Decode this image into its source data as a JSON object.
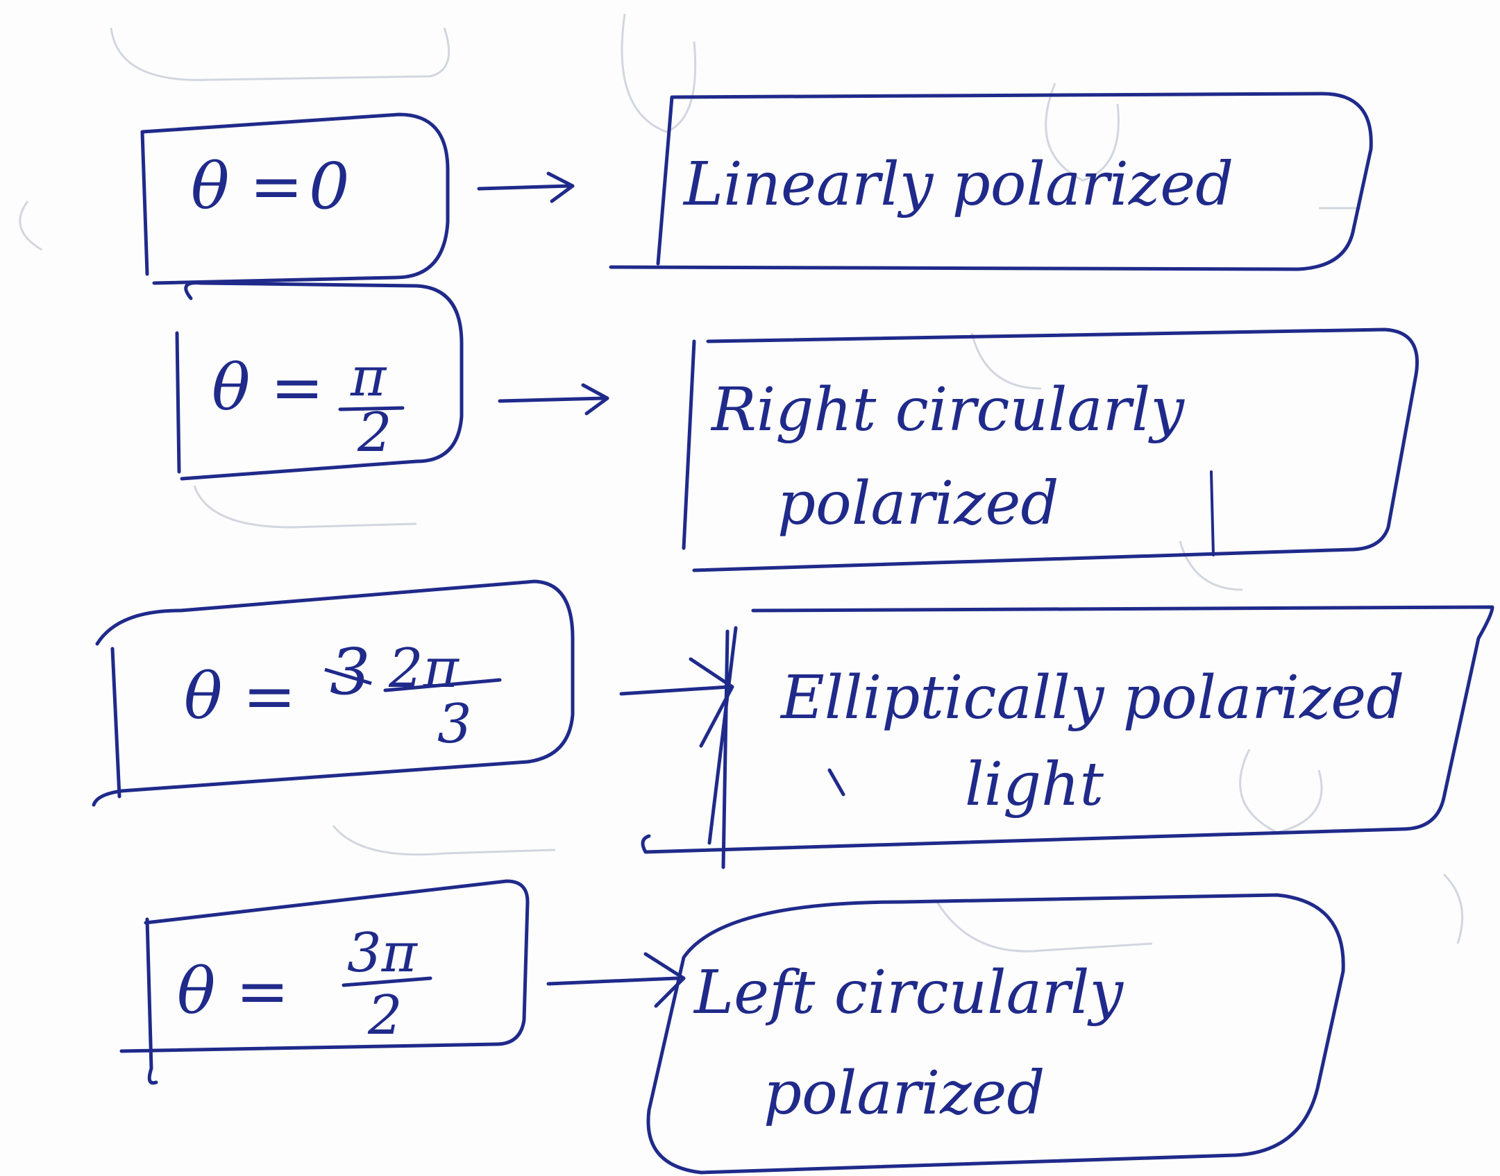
{
  "diagram": {
    "rows": [
      {
        "condition": {
          "prefix": "θ =",
          "value": "0",
          "numerator": "",
          "denominator": ""
        },
        "result": {
          "line1": "Linearly polarized",
          "line2": ""
        }
      },
      {
        "condition": {
          "prefix": "θ =",
          "value": "",
          "numerator": "π",
          "denominator": "2"
        },
        "result": {
          "line1": "Right circularly",
          "line2": "polarized"
        }
      },
      {
        "condition": {
          "prefix": "θ =",
          "value": "",
          "struck": "3",
          "numerator": "2π",
          "denominator": "3"
        },
        "result": {
          "line1": "Elliptically polarized",
          "line2": "light"
        }
      },
      {
        "condition": {
          "prefix": "θ =",
          "value": "",
          "numerator": "3π",
          "denominator": "2"
        },
        "result": {
          "line1": "Left circularly",
          "line2": "polarized"
        }
      }
    ],
    "colors": {
      "ink": "#1f2a8a",
      "background": "#fdfdfd",
      "bleed_through": "#d2d6df"
    }
  }
}
